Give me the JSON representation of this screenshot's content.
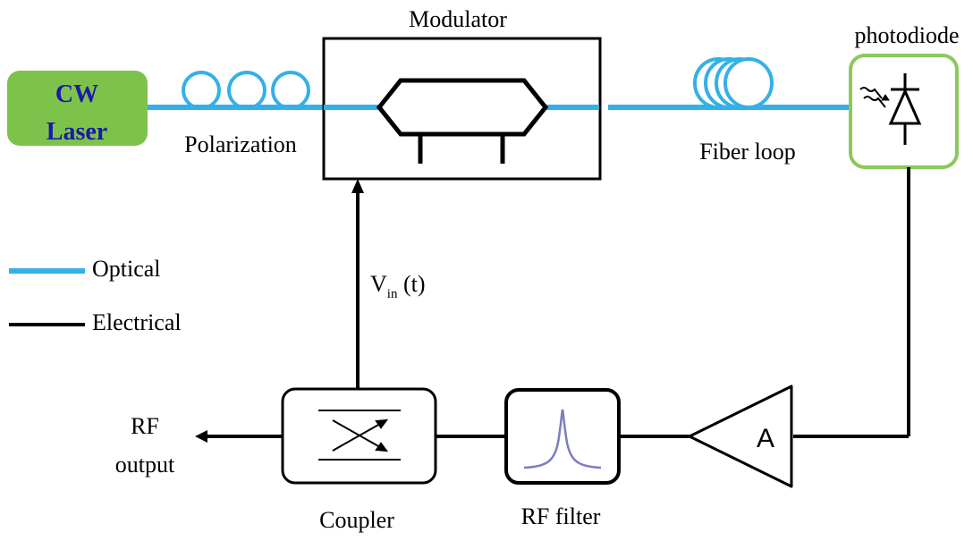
{
  "laser": {
    "line1": "CW",
    "line2": "Laser"
  },
  "labels": {
    "polarization": "Polarization",
    "modulator": "Modulator",
    "fiber_loop": "Fiber loop",
    "photodiode": "photodiode",
    "vin_main": "V",
    "vin_sub": "in",
    "vin_arg": " (t)",
    "coupler": "Coupler",
    "rf_filter": "RF filter",
    "rf_output_line1": "RF",
    "rf_output_line2": "output",
    "amplifier": "A"
  },
  "legend": {
    "optical": "Optical",
    "electrical": "Electrical"
  },
  "colors": {
    "optical": "#33b1e6",
    "electrical": "#000000",
    "laser_fill": "#7dc34b",
    "photodiode_border": "#8cc85a",
    "laser_text": "#1a1aa8",
    "filter_curve": "#7c7cc4"
  },
  "icons": {
    "photodiode": "photodiode-symbol-icon",
    "coupler": "crossed-arrows-icon",
    "filter": "resonance-peak-icon",
    "polarization": "fiber-coil-icon",
    "fiber_loop": "fiber-spool-icon"
  }
}
